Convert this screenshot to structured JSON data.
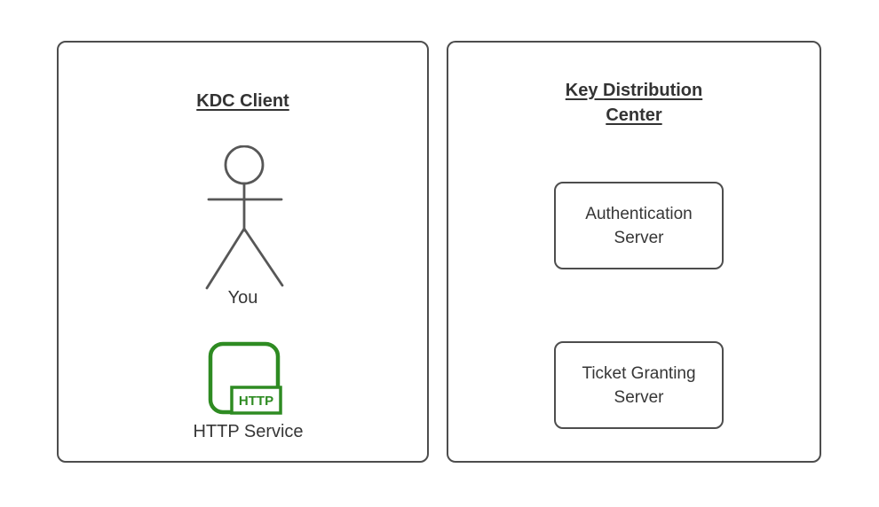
{
  "diagram": {
    "client_panel": {
      "title": "KDC Client",
      "actor_label": "You",
      "badge_label": "HTTP",
      "service_label": "HTTP Service"
    },
    "kdc_panel": {
      "title": "Key Distribution Center",
      "nodes": [
        {
          "label": "Authentication Server"
        },
        {
          "label": "Ticket Granting Server"
        }
      ]
    },
    "colors": {
      "shape_stroke": "#4d4d4d",
      "actor_stroke": "#575757",
      "text": "#363636",
      "accent_green": "#2e8b22",
      "background": "#ffffff"
    }
  }
}
